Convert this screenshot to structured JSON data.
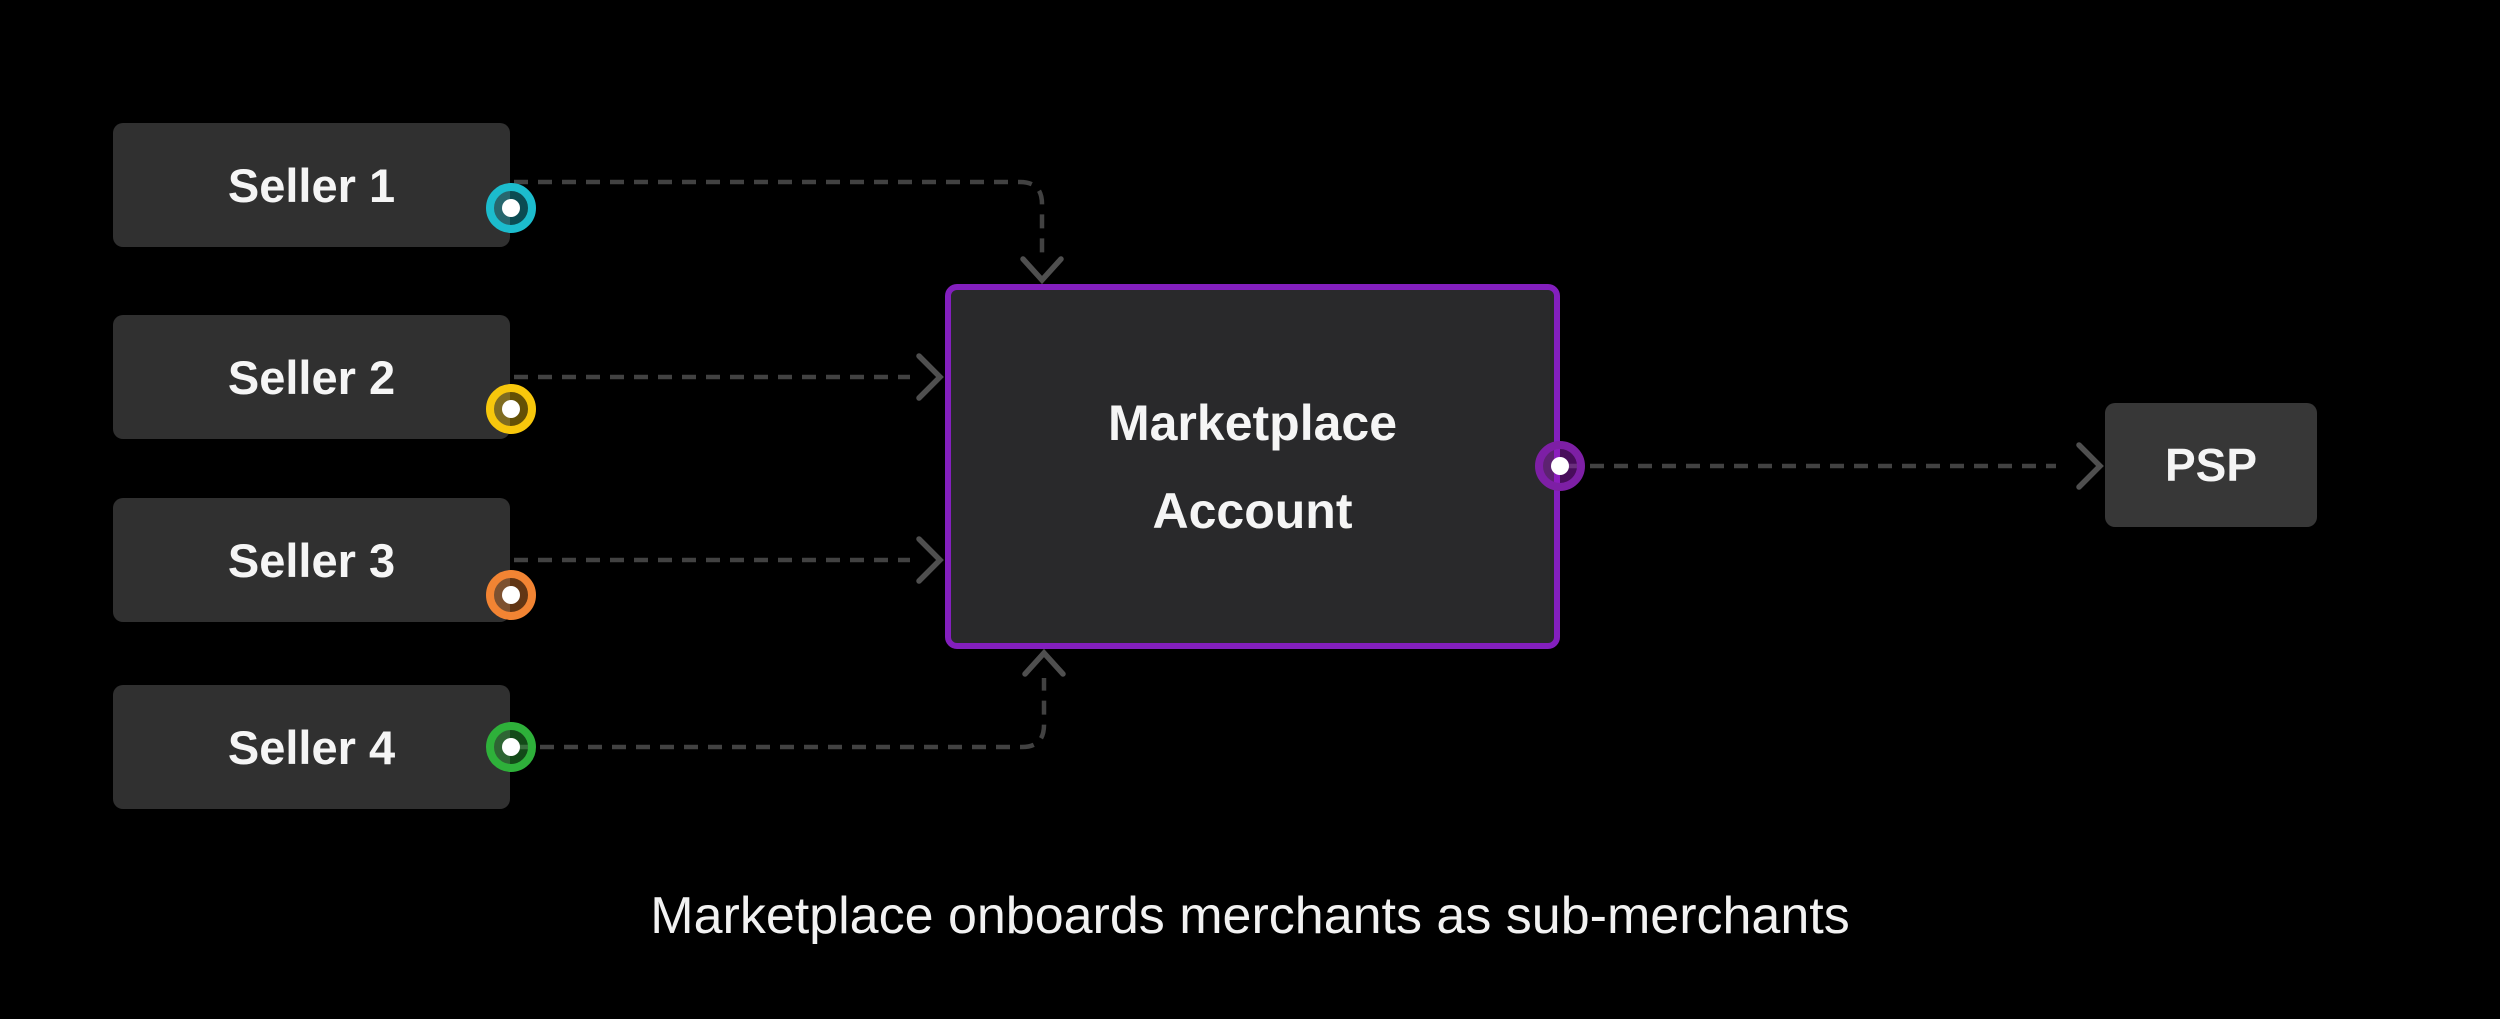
{
  "diagram": {
    "caption": "Marketplace onboards merchants as sub-merchants",
    "sellers": [
      {
        "label": "Seller 1",
        "port_color": "#1cbccd"
      },
      {
        "label": "Seller 2",
        "port_color": "#f7c70c"
      },
      {
        "label": "Seller 3",
        "port_color": "#f28433"
      },
      {
        "label": "Seller 4",
        "port_color": "#2eb03a"
      }
    ],
    "marketplace": {
      "label": "Marketplace Account",
      "border_color": "#831fbe",
      "port_color": "#7d1fa5"
    },
    "psp": {
      "label": "PSP"
    },
    "colors": {
      "background": "#000000",
      "seller_fill": "#303030",
      "marketplace_fill": "#29292b",
      "psp_fill": "#373737",
      "connector_line": "#424242",
      "arrowhead": "#4f4f4f",
      "text": "#f5f5f5"
    },
    "connector_style": "dashed"
  }
}
